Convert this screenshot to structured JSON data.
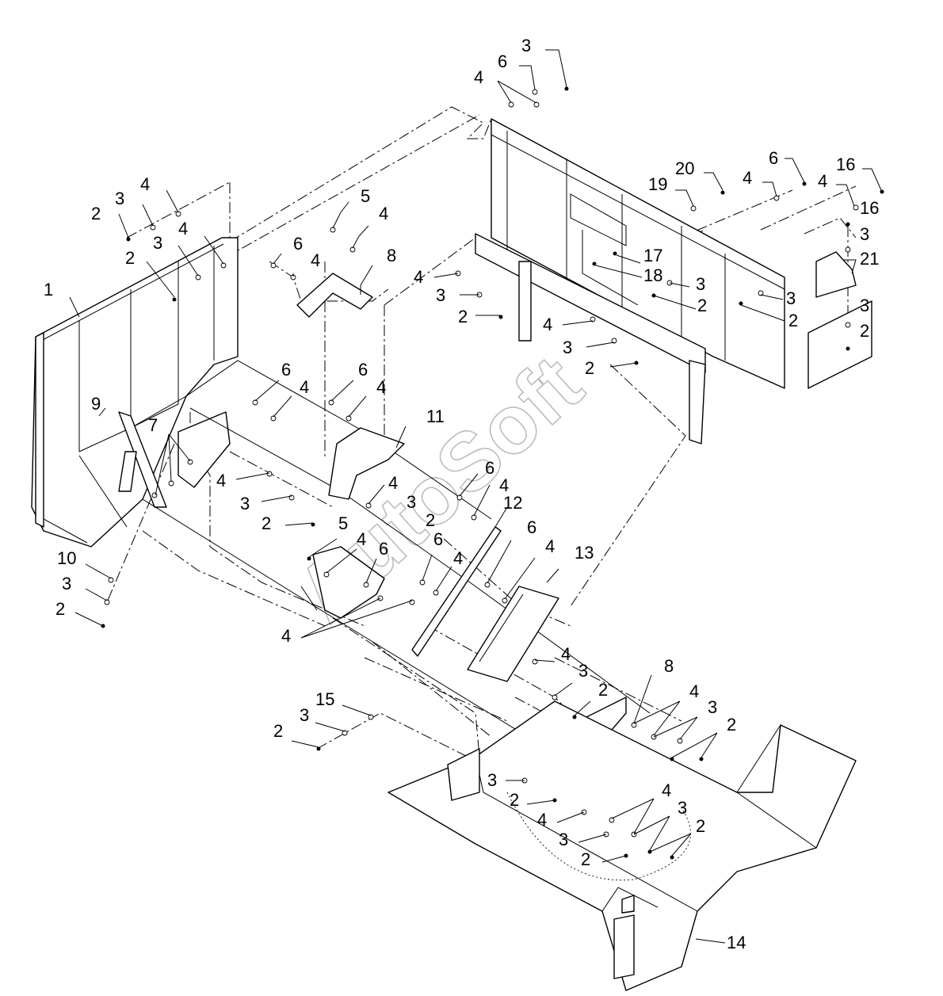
{
  "watermark": "AutoSoft",
  "callouts": [
    {
      "id": "c01",
      "text": "3"
    },
    {
      "id": "c02",
      "text": "6"
    },
    {
      "id": "c03",
      "text": "4"
    },
    {
      "id": "c04",
      "text": "20"
    },
    {
      "id": "c05",
      "text": "19"
    },
    {
      "id": "c06",
      "text": "6"
    },
    {
      "id": "c07",
      "text": "4"
    },
    {
      "id": "c08",
      "text": "16"
    },
    {
      "id": "c09",
      "text": "4"
    },
    {
      "id": "c10",
      "text": "16"
    },
    {
      "id": "c11",
      "text": "3"
    },
    {
      "id": "c12",
      "text": "21"
    },
    {
      "id": "c13",
      "text": "17"
    },
    {
      "id": "c14",
      "text": "18"
    },
    {
      "id": "c15",
      "text": "3"
    },
    {
      "id": "c16",
      "text": "2"
    },
    {
      "id": "c17",
      "text": "3"
    },
    {
      "id": "c18",
      "text": "2"
    },
    {
      "id": "c19",
      "text": "3"
    },
    {
      "id": "c20",
      "text": "2"
    },
    {
      "id": "c21",
      "text": "4"
    },
    {
      "id": "c22",
      "text": "3"
    },
    {
      "id": "c23",
      "text": "2"
    },
    {
      "id": "c24",
      "text": "5"
    },
    {
      "id": "c25",
      "text": "4"
    },
    {
      "id": "c26",
      "text": "6"
    },
    {
      "id": "c27",
      "text": "4"
    },
    {
      "id": "c28",
      "text": "8"
    },
    {
      "id": "c29",
      "text": "4"
    },
    {
      "id": "c30",
      "text": "3"
    },
    {
      "id": "c31",
      "text": "2"
    },
    {
      "id": "c32",
      "text": "4"
    },
    {
      "id": "c33",
      "text": "3"
    },
    {
      "id": "c34",
      "text": "2"
    },
    {
      "id": "c35",
      "text": "4"
    },
    {
      "id": "c36",
      "text": "3"
    },
    {
      "id": "c37",
      "text": "2"
    },
    {
      "id": "c38",
      "text": "2"
    },
    {
      "id": "c39",
      "text": "1"
    },
    {
      "id": "c40",
      "text": "9"
    },
    {
      "id": "c41",
      "text": "7"
    },
    {
      "id": "c42",
      "text": "6"
    },
    {
      "id": "c43",
      "text": "4"
    },
    {
      "id": "c44",
      "text": "6"
    },
    {
      "id": "c45",
      "text": "4"
    },
    {
      "id": "c46",
      "text": "11"
    },
    {
      "id": "c47",
      "text": "4"
    },
    {
      "id": "c48",
      "text": "3"
    },
    {
      "id": "c49",
      "text": "2"
    },
    {
      "id": "c50",
      "text": "10"
    },
    {
      "id": "c51",
      "text": "3"
    },
    {
      "id": "c52",
      "text": "2"
    },
    {
      "id": "c53",
      "text": "6"
    },
    {
      "id": "c54",
      "text": "4"
    },
    {
      "id": "c55",
      "text": "4"
    },
    {
      "id": "c56",
      "text": "3"
    },
    {
      "id": "c57",
      "text": "2"
    },
    {
      "id": "c58",
      "text": "12"
    },
    {
      "id": "c59",
      "text": "5"
    },
    {
      "id": "c60",
      "text": "4"
    },
    {
      "id": "c61",
      "text": "6"
    },
    {
      "id": "c62",
      "text": "6"
    },
    {
      "id": "c63",
      "text": "4"
    },
    {
      "id": "c64",
      "text": "6"
    },
    {
      "id": "c65",
      "text": "4"
    },
    {
      "id": "c66",
      "text": "13"
    },
    {
      "id": "c67",
      "text": "4"
    },
    {
      "id": "c68",
      "text": "4"
    },
    {
      "id": "c69",
      "text": "3"
    },
    {
      "id": "c70",
      "text": "2"
    },
    {
      "id": "c71",
      "text": "8"
    },
    {
      "id": "c72",
      "text": "4"
    },
    {
      "id": "c73",
      "text": "3"
    },
    {
      "id": "c74",
      "text": "2"
    },
    {
      "id": "c75",
      "text": "15"
    },
    {
      "id": "c76",
      "text": "3"
    },
    {
      "id": "c77",
      "text": "2"
    },
    {
      "id": "c78",
      "text": "3"
    },
    {
      "id": "c79",
      "text": "2"
    },
    {
      "id": "c80",
      "text": "4"
    },
    {
      "id": "c81",
      "text": "3"
    },
    {
      "id": "c82",
      "text": "2"
    },
    {
      "id": "c83",
      "text": "4"
    },
    {
      "id": "c84",
      "text": "3"
    },
    {
      "id": "c85",
      "text": "2"
    },
    {
      "id": "c86",
      "text": "14"
    }
  ]
}
